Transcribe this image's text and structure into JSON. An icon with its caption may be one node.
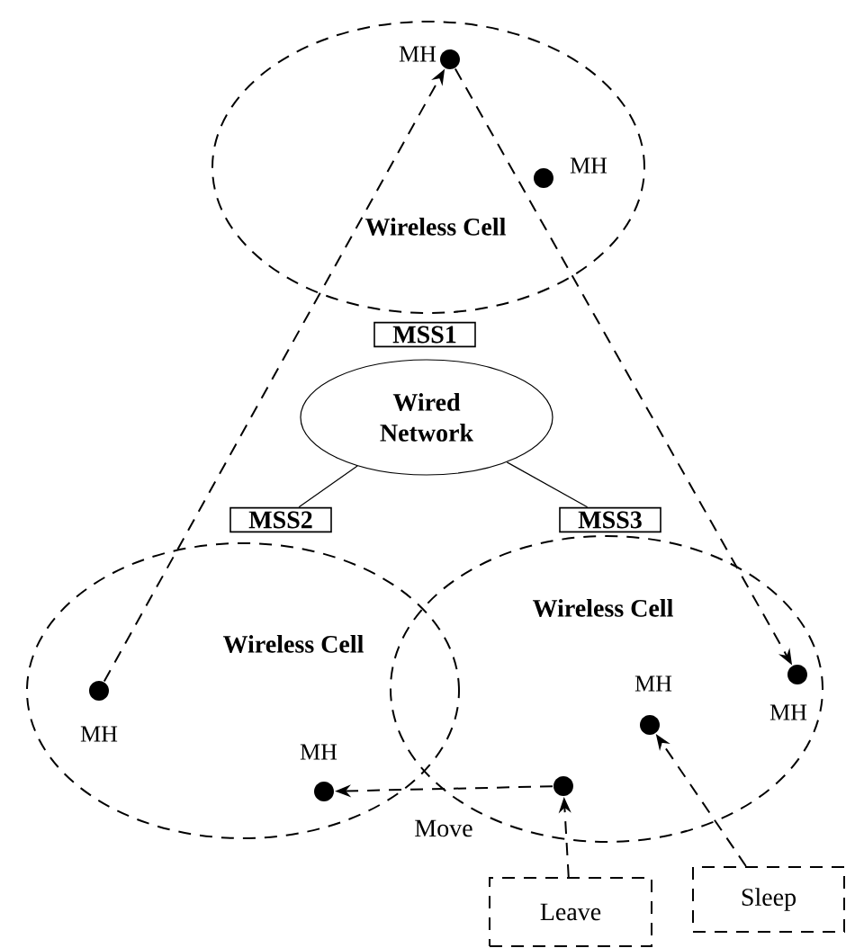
{
  "diagram": {
    "nodes": [
      {
        "text": [
          "Wireless Cell"
        ]
      },
      {
        "text": [],
        "shape": "circle",
        "beside": [
          "MH"
        ],
        "in": 0
      },
      {
        "text": [],
        "shape": "circle",
        "beside": [
          "MH"
        ],
        "in": 0
      },
      {
        "text": [
          "MSS1"
        ]
      },
      {
        "text": [
          "Wired Network"
        ]
      },
      {
        "text": [
          "MSS2"
        ]
      },
      {
        "text": [
          "MSS3"
        ]
      },
      {
        "text": [
          "Wireless Cell"
        ]
      },
      {
        "text": [
          "Wireless Cell"
        ]
      },
      {
        "text": [],
        "shape": "circle",
        "beside": [
          "MH"
        ],
        "in": 7
      },
      {
        "text": [],
        "shape": "circle",
        "beside": [
          "MH"
        ],
        "in": 7
      },
      {
        "text": [],
        "shape": "circle",
        "in": 8
      },
      {
        "text": [],
        "shape": "circle",
        "beside": [
          "MH"
        ],
        "in": 8
      },
      {
        "text": [],
        "shape": "circle",
        "beside": [
          "MH"
        ],
        "in": 8
      },
      {
        "text": [
          "Leave"
        ]
      },
      {
        "text": [
          "Sleep"
        ]
      }
    ],
    "edges": [
      {
        "from": 4,
        "to": 5,
        "arrow": "none"
      },
      {
        "from": 4,
        "to": 6,
        "arrow": "none"
      },
      {
        "from": 9,
        "to": 1,
        "arrow": "to",
        "style": "dashed"
      },
      {
        "from": 1,
        "to": 13,
        "arrow": "to",
        "style": "dashed"
      },
      {
        "from": 11,
        "to": 10,
        "arrow": "to",
        "style": "dashed",
        "label": "Move"
      },
      {
        "from": 14,
        "to": 11,
        "arrow": "to",
        "style": "dashed"
      },
      {
        "from": 15,
        "to": 12,
        "arrow": "to",
        "style": "dashed"
      }
    ]
  }
}
